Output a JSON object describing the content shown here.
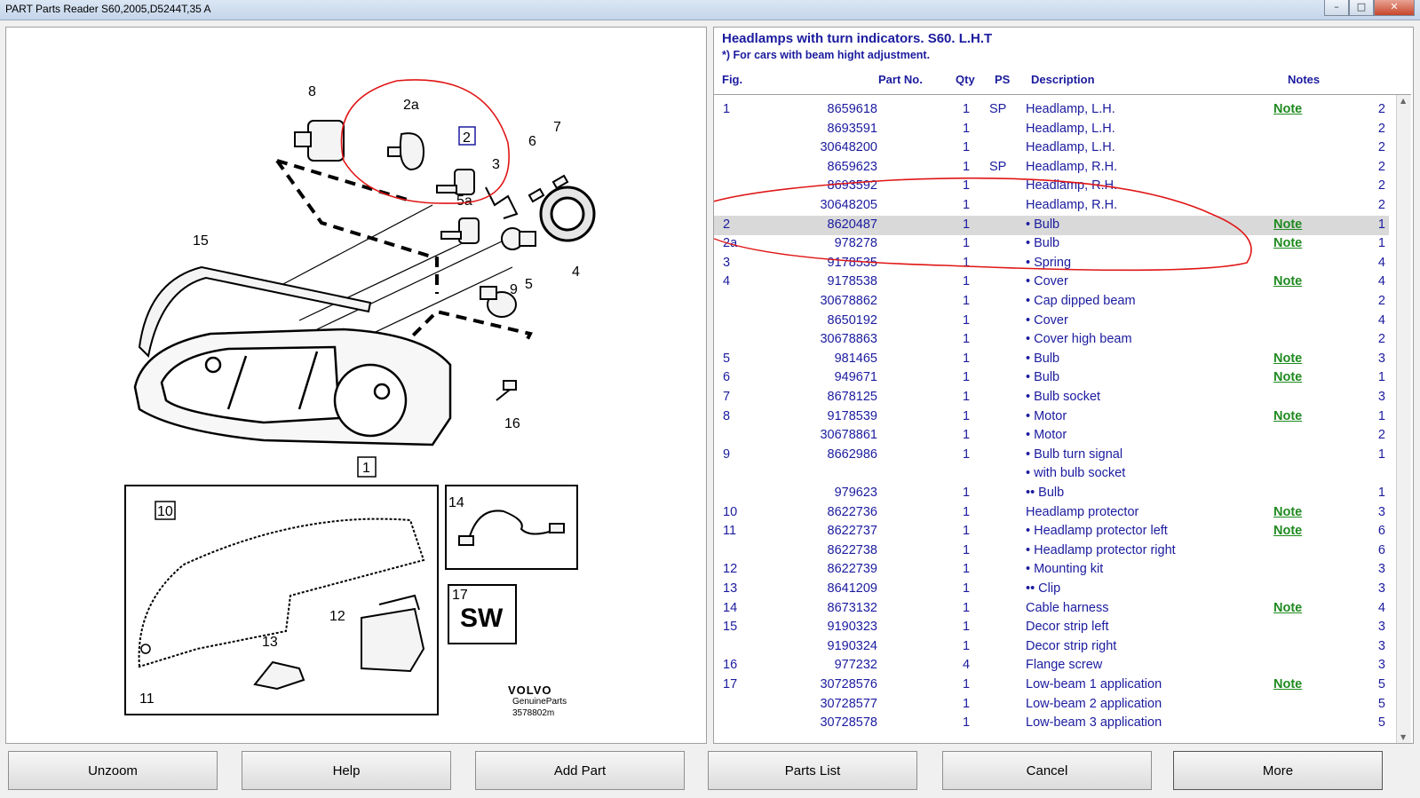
{
  "window": {
    "title": "PART Parts Reader S60,2005,D5244T,35 A"
  },
  "diagram": {
    "labels": [
      "8",
      "2a",
      "2",
      "7",
      "6",
      "3",
      "5a",
      "15",
      "4",
      "5",
      "9",
      "16",
      "1",
      "10",
      "14",
      "17",
      "SW",
      "12",
      "13",
      "11"
    ],
    "logo": "VOLVO",
    "brand_line": "GenuineParts",
    "drawing_no": "3578802m"
  },
  "parts": {
    "title": "Headlamps with turn indicators. S60. L.H.T",
    "subtitle": "*) For cars with beam hight adjustment.",
    "columns": {
      "fig": "Fig.",
      "part": "Part No.",
      "qty": "Qty",
      "ps": "PS",
      "desc": "Description",
      "notes": "Notes"
    },
    "rows": [
      {
        "fig": "1",
        "part": "8659618",
        "qty": "1",
        "ps": "SP",
        "desc": "Headlamp, L.H.",
        "note": "Note",
        "n": "2"
      },
      {
        "fig": "",
        "part": "8693591",
        "qty": "1",
        "ps": "",
        "desc": "Headlamp, L.H.",
        "note": "",
        "n": "2"
      },
      {
        "fig": "",
        "part": "30648200",
        "qty": "1",
        "ps": "",
        "desc": "Headlamp, L.H.",
        "note": "",
        "n": "2"
      },
      {
        "fig": "",
        "part": "8659623",
        "qty": "1",
        "ps": "SP",
        "desc": "Headlamp, R.H.",
        "note": "",
        "n": "2"
      },
      {
        "fig": "",
        "part": "8693592",
        "qty": "1",
        "ps": "",
        "desc": "Headlamp, R.H.",
        "note": "",
        "n": "2"
      },
      {
        "fig": "",
        "part": "30648205",
        "qty": "1",
        "ps": "",
        "desc": "Headlamp, R.H.",
        "note": "",
        "n": "2"
      },
      {
        "fig": "2",
        "part": "8620487",
        "qty": "1",
        "ps": "",
        "desc": "• Bulb",
        "note": "Note",
        "n": "1"
      },
      {
        "fig": "2a",
        "part": "978278",
        "qty": "1",
        "ps": "",
        "desc": "• Bulb",
        "note": "Note",
        "n": "1"
      },
      {
        "fig": "3",
        "part": "9178535",
        "qty": "1",
        "ps": "",
        "desc": "• Spring",
        "note": "",
        "n": "4"
      },
      {
        "fig": "4",
        "part": "9178538",
        "qty": "1",
        "ps": "",
        "desc": "• Cover",
        "note": "Note",
        "n": "4"
      },
      {
        "fig": "",
        "part": "30678862",
        "qty": "1",
        "ps": "",
        "desc": "• Cap dipped beam",
        "note": "",
        "n": "2"
      },
      {
        "fig": "",
        "part": "8650192",
        "qty": "1",
        "ps": "",
        "desc": "• Cover",
        "note": "",
        "n": "4"
      },
      {
        "fig": "",
        "part": "30678863",
        "qty": "1",
        "ps": "",
        "desc": "• Cover high beam",
        "note": "",
        "n": "2"
      },
      {
        "fig": "5",
        "part": "981465",
        "qty": "1",
        "ps": "",
        "desc": "• Bulb",
        "note": "Note",
        "n": "3"
      },
      {
        "fig": "6",
        "part": "949671",
        "qty": "1",
        "ps": "",
        "desc": "• Bulb",
        "note": "Note",
        "n": "1"
      },
      {
        "fig": "7",
        "part": "8678125",
        "qty": "1",
        "ps": "",
        "desc": "• Bulb socket",
        "note": "",
        "n": "3"
      },
      {
        "fig": "8",
        "part": "9178539",
        "qty": "1",
        "ps": "",
        "desc": "• Motor",
        "note": "Note",
        "n": "1"
      },
      {
        "fig": "",
        "part": "30678861",
        "qty": "1",
        "ps": "",
        "desc": "• Motor",
        "note": "",
        "n": "2"
      },
      {
        "fig": "9",
        "part": "8662986",
        "qty": "1",
        "ps": "",
        "desc": "• Bulb turn signal",
        "note": "",
        "n": "1"
      },
      {
        "fig": "",
        "part": "",
        "qty": "",
        "ps": "",
        "desc": "• with bulb socket",
        "note": "",
        "n": ""
      },
      {
        "fig": "",
        "part": "979623",
        "qty": "1",
        "ps": "",
        "desc": "•• Bulb",
        "note": "",
        "n": "1"
      },
      {
        "fig": "10",
        "part": "8622736",
        "qty": "1",
        "ps": "",
        "desc": "Headlamp protector",
        "note": "Note",
        "n": "3"
      },
      {
        "fig": "11",
        "part": "8622737",
        "qty": "1",
        "ps": "",
        "desc": "• Headlamp protector left",
        "note": "Note",
        "n": "6"
      },
      {
        "fig": "",
        "part": "8622738",
        "qty": "1",
        "ps": "",
        "desc": "• Headlamp protector right",
        "note": "",
        "n": "6"
      },
      {
        "fig": "12",
        "part": "8622739",
        "qty": "1",
        "ps": "",
        "desc": "• Mounting kit",
        "note": "",
        "n": "3"
      },
      {
        "fig": "13",
        "part": "8641209",
        "qty": "1",
        "ps": "",
        "desc": "•• Clip",
        "note": "",
        "n": "3"
      },
      {
        "fig": "14",
        "part": "8673132",
        "qty": "1",
        "ps": "",
        "desc": "Cable harness",
        "note": "Note",
        "n": "4"
      },
      {
        "fig": "15",
        "part": "9190323",
        "qty": "1",
        "ps": "",
        "desc": "Decor strip left",
        "note": "",
        "n": "3"
      },
      {
        "fig": "",
        "part": "9190324",
        "qty": "1",
        "ps": "",
        "desc": "Decor strip right",
        "note": "",
        "n": "3"
      },
      {
        "fig": "16",
        "part": "977232",
        "qty": "4",
        "ps": "",
        "desc": "Flange screw",
        "note": "",
        "n": "3"
      },
      {
        "fig": "17",
        "part": "30728576",
        "qty": "1",
        "ps": "",
        "desc": "Low-beam 1 application",
        "note": "Note",
        "n": "5"
      },
      {
        "fig": "",
        "part": "30728577",
        "qty": "1",
        "ps": "",
        "desc": "Low-beam 2 application",
        "note": "",
        "n": "5"
      },
      {
        "fig": "",
        "part": "30728578",
        "qty": "1",
        "ps": "",
        "desc": "Low-beam 3 application",
        "note": "",
        "n": "5"
      }
    ]
  },
  "buttons": [
    "Unzoom",
    "Help",
    "Add Part",
    "Parts List",
    "Cancel",
    "More"
  ],
  "colors": {
    "title_blue": "#1b1b9f",
    "note_green": "#1f8a1f",
    "annotation_red": "#e01515",
    "selected_row": "#d9d9d9"
  }
}
